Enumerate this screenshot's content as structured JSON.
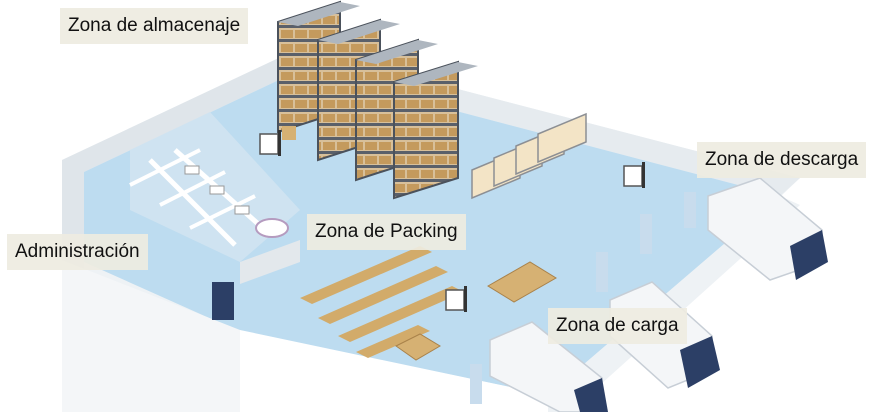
{
  "labels": {
    "storage": "Zona de almacenaje",
    "unloading": "Zona de descarga",
    "admin": "Administración",
    "packing": "Zona de Packing",
    "loading": "Zona de carga"
  },
  "colors": {
    "floor": "#bcdcef",
    "wall": "#f4f6f8",
    "wall_shade": "#d9dfe5",
    "shelf": "#596069",
    "box": "#c9a56b",
    "truck_cab": "#2c3f66",
    "label_bg": "#eeece1"
  },
  "icons": [
    "forklift-icon",
    "truck-icon",
    "shelving-rack-icon",
    "box-stack-icon",
    "desk-icon"
  ]
}
